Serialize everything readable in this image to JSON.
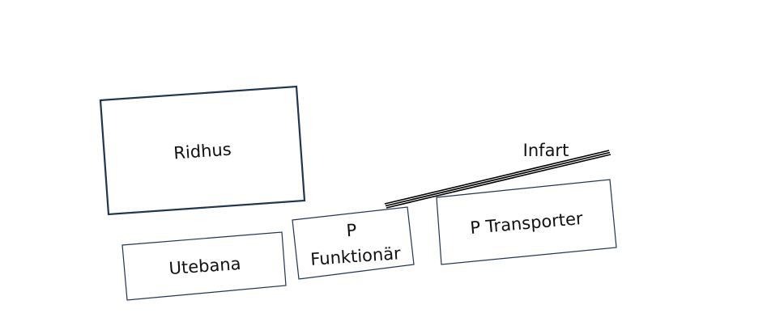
{
  "areas": {
    "ridhus": "Ridhus",
    "utebana": "Utebana",
    "p_funktionar_line1": "P",
    "p_funktionar_line2": "Funktionär",
    "p_transporter": "P Transporter"
  },
  "road": {
    "label": "Infart"
  },
  "colors": {
    "outline": "#1f3550",
    "road": "#000000",
    "text": "#111111"
  }
}
